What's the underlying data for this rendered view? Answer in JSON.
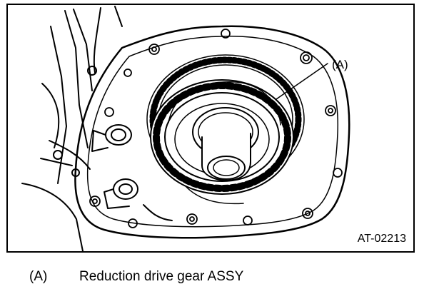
{
  "figure": {
    "callout": "(A)",
    "figure_id": "AT-02213"
  },
  "legend": {
    "items": [
      {
        "key": "(A)",
        "label": "Reduction drive gear ASSY"
      }
    ]
  }
}
